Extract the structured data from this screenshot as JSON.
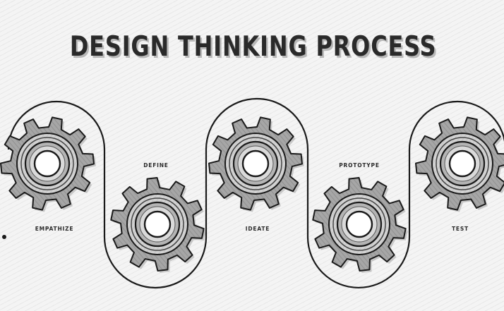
{
  "title": "DESIGN THINKING PROCESS",
  "stages": [
    {
      "label": "EMPATHIZE"
    },
    {
      "label": "DEFINE"
    },
    {
      "label": "IDEATE"
    },
    {
      "label": "PROTOTYPE"
    },
    {
      "label": "TEST"
    }
  ],
  "colors": {
    "background": "#f4f4f4",
    "outline": "#1a1a1a",
    "gear_fill": "#aaaaaa",
    "gear_inner": "#d0d0d0",
    "title": "#2a2a2a"
  }
}
